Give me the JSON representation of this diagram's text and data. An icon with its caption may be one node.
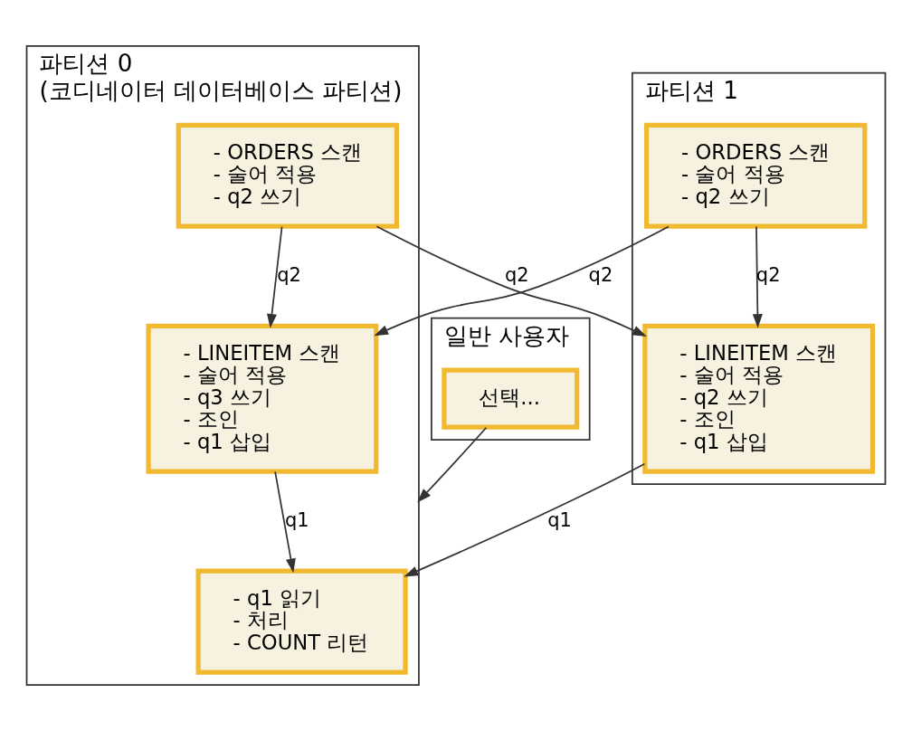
{
  "diagram": {
    "nodes": [
      {
        "text": [
          "일반 사용자"
        ]
      },
      {
        "text": [
          "선택..."
        ],
        "in": 0
      },
      {
        "text": [
          "파티션 0",
          "(코디네이터 데이터베이스 파티션)"
        ]
      },
      {
        "text": [
          "- q1 읽기",
          "- 처리",
          "- COUNT 리턴"
        ],
        "in": 2
      },
      {
        "text": [
          "- ORDERS 스캔",
          "- 술어 적용",
          "- q2 쓰기"
        ],
        "in": 2
      },
      {
        "text": [
          "- LINEITEM 스캔",
          "- 술어 적용",
          "- q3 쓰기",
          "- 조인",
          "- q1 삽입"
        ],
        "in": 2
      },
      {
        "text": [
          "파티션 1"
        ]
      },
      {
        "text": [
          "- ORDERS 스캔",
          "- 술어 적용",
          "- q2 쓰기"
        ],
        "in": 6
      },
      {
        "text": [
          "- LINEITEM 스캔",
          "- 술어 적용",
          "- q2 쓰기",
          "- 조인",
          "- q1 삽입"
        ],
        "in": 6
      }
    ],
    "edges": [
      {
        "from": 1,
        "to": 2,
        "arrow": "to"
      },
      {
        "from": 4,
        "to": 5,
        "arrow": "to",
        "label": "q2"
      },
      {
        "from": 4,
        "to": 8,
        "arrow": "to",
        "label": "q2"
      },
      {
        "from": 7,
        "to": 5,
        "arrow": "to",
        "label": "q2"
      },
      {
        "from": 7,
        "to": 8,
        "arrow": "to",
        "label": "q2"
      },
      {
        "from": 5,
        "to": 3,
        "arrow": "to",
        "label": "q1"
      },
      {
        "from": 8,
        "to": 3,
        "arrow": "to",
        "label": "q1"
      }
    ]
  }
}
